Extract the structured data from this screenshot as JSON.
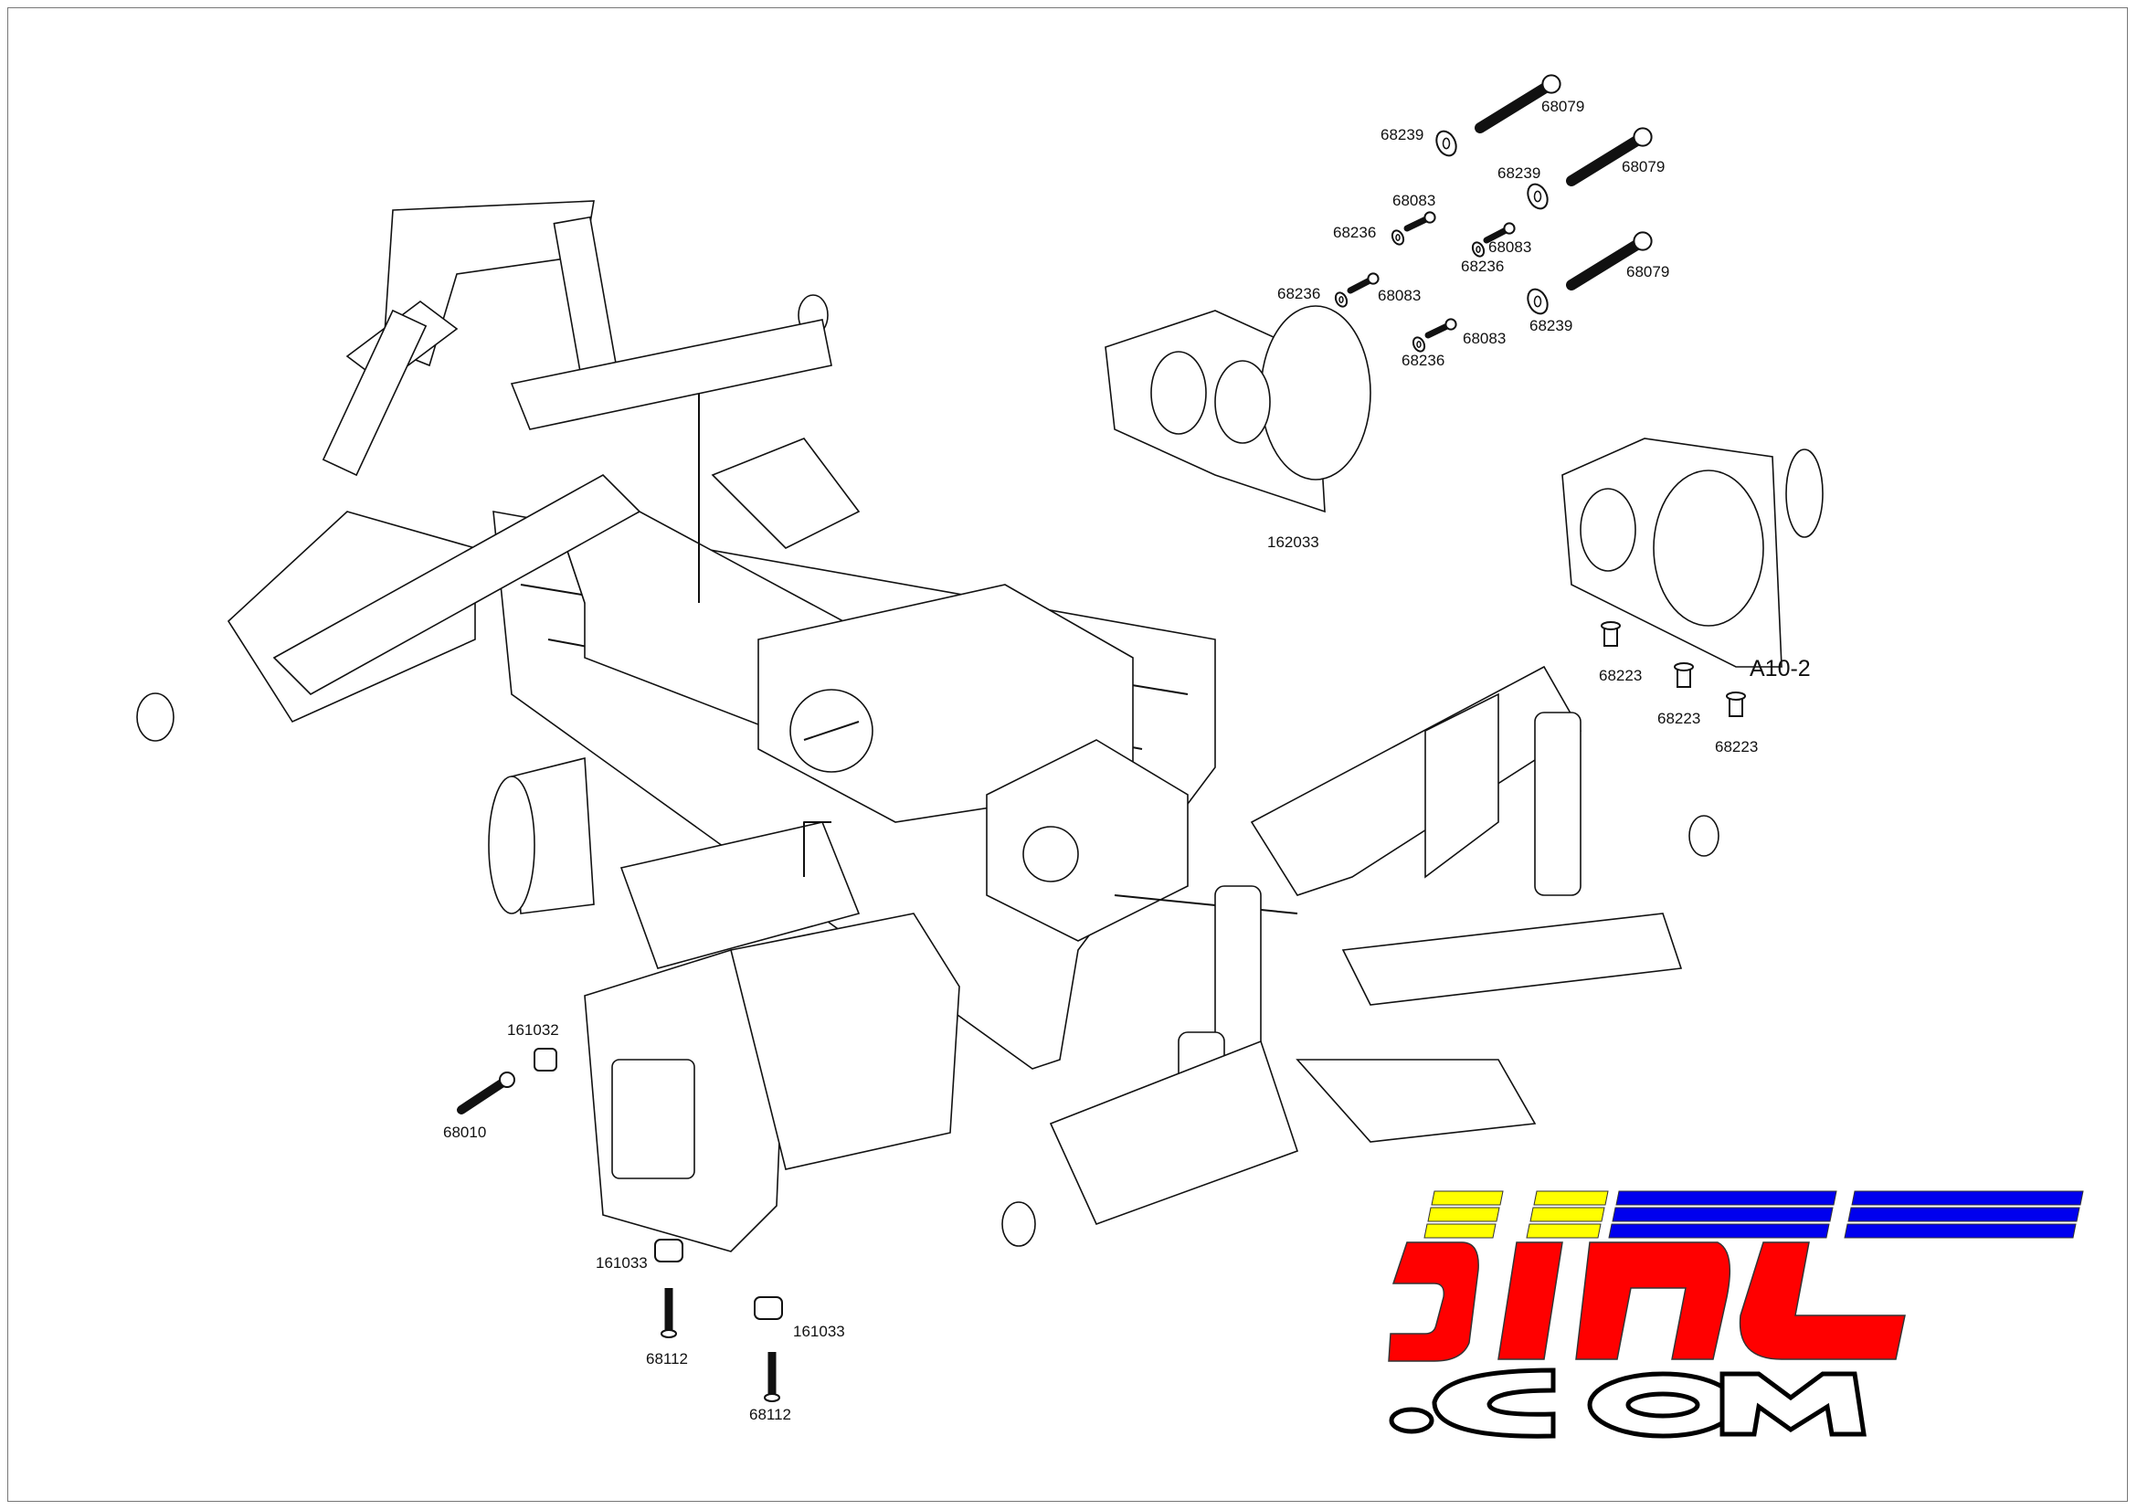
{
  "diagram": {
    "assembly_label": "A10-2",
    "part_labels": [
      "68079",
      "68239",
      "68239",
      "68079",
      "68083",
      "68236",
      "68083",
      "68236",
      "68236",
      "68083",
      "68079",
      "68239",
      "68083",
      "68236",
      "162033",
      "68223",
      "68223",
      "68223",
      "161032",
      "68010",
      "161033",
      "68112",
      "161033",
      "68112"
    ]
  },
  "logo": {
    "text": "5IRC",
    "suffix": ".COM",
    "colors": {
      "stripes_left": "#ffff00",
      "stripes_right": "#0000ee",
      "letters": "#ff0000"
    }
  }
}
